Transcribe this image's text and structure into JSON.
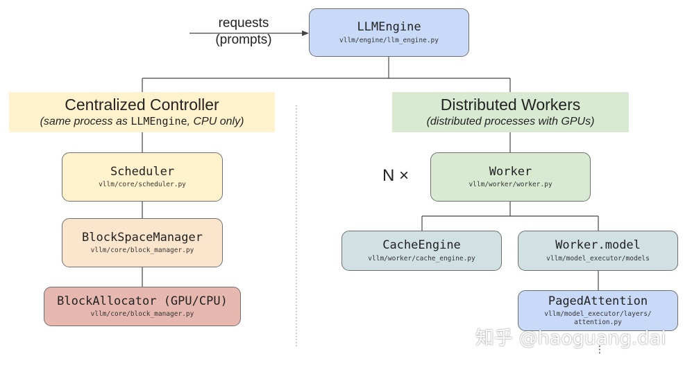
{
  "input": {
    "line1": "requests",
    "line2": "(prompts)"
  },
  "llm_engine": {
    "name": "LLMEngine",
    "path": "vllm/engine/llm_engine.py"
  },
  "controller": {
    "title": "Centralized Controller",
    "sub_pre": "(same process as ",
    "sub_code": "LLMEngine",
    "sub_post": ", CPU only)"
  },
  "workers_section": {
    "title": "Distributed Workers",
    "sub": "(distributed processes with GPUs)"
  },
  "scheduler": {
    "name": "Scheduler",
    "path": "vllm/core/scheduler.py"
  },
  "block_space_manager": {
    "name": "BlockSpaceManager",
    "path": "vllm/core/block_manager.py"
  },
  "block_allocator": {
    "name": "BlockAllocator (GPU/CPU)",
    "path": "vllm/core/block_manager.py"
  },
  "worker": {
    "multiplier": "N ×",
    "name": "Worker",
    "path": "vllm/worker/worker.py"
  },
  "cache_engine": {
    "name": "CacheEngine",
    "path": "vllm/worker/cache_engine.py"
  },
  "worker_model": {
    "name": "Worker.model",
    "path": "vllm/model_executor/models"
  },
  "paged_attention": {
    "name": "PagedAttention",
    "path_line1": "vllm/model_executor/layers/",
    "path_line2": "attention.py"
  },
  "more": "⋮",
  "watermark": "知乎 @haoguang.dai"
}
